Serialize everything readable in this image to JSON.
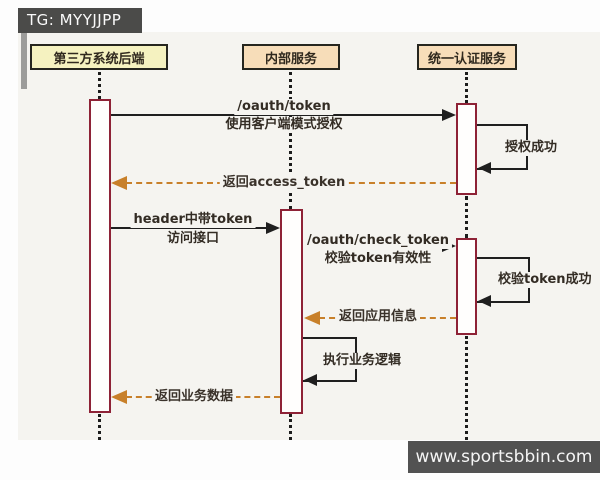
{
  "watermarks": {
    "top": "TG: MYYJJPP",
    "bottom": "www.sportsbbin.com"
  },
  "diagram": {
    "type": "sequence",
    "participants": [
      {
        "id": "third-party-backend",
        "label": "第三方系统后端"
      },
      {
        "id": "internal-service",
        "label": "内部服务"
      },
      {
        "id": "auth-service",
        "label": "统一认证服务"
      }
    ],
    "messages": [
      {
        "from": "third-party-backend",
        "to": "auth-service",
        "type": "request",
        "line1": "/oauth/token",
        "line2": "使用客户端模式授权"
      },
      {
        "participant": "auth-service",
        "type": "self",
        "label": "授权成功"
      },
      {
        "from": "auth-service",
        "to": "third-party-backend",
        "type": "return",
        "label": "返回access_token"
      },
      {
        "from": "third-party-backend",
        "to": "internal-service",
        "type": "request",
        "line1": "header中带token",
        "line2": "访问接口"
      },
      {
        "from": "internal-service",
        "to": "auth-service",
        "type": "request",
        "line1": "/oauth/check_token",
        "line2": "校验token有效性"
      },
      {
        "participant": "auth-service",
        "type": "self",
        "label": "校验token成功"
      },
      {
        "from": "auth-service",
        "to": "internal-service",
        "type": "return",
        "label": "返回应用信息"
      },
      {
        "participant": "internal-service",
        "type": "self",
        "label": "执行业务逻辑"
      },
      {
        "from": "internal-service",
        "to": "third-party-backend",
        "type": "return",
        "label": "返回业务数据"
      }
    ],
    "colors": {
      "participant_fill_yellow": "#f5f2c0",
      "participant_fill_peach": "#f7ddb9",
      "participant_border": "#26261f",
      "activation_border": "#8e2236",
      "solid_arrow": "#1f1f1f",
      "return_arrow": "#c8802a",
      "badge_bg": "#4b4b49",
      "canvas_bg": "#f5f4f0"
    }
  }
}
